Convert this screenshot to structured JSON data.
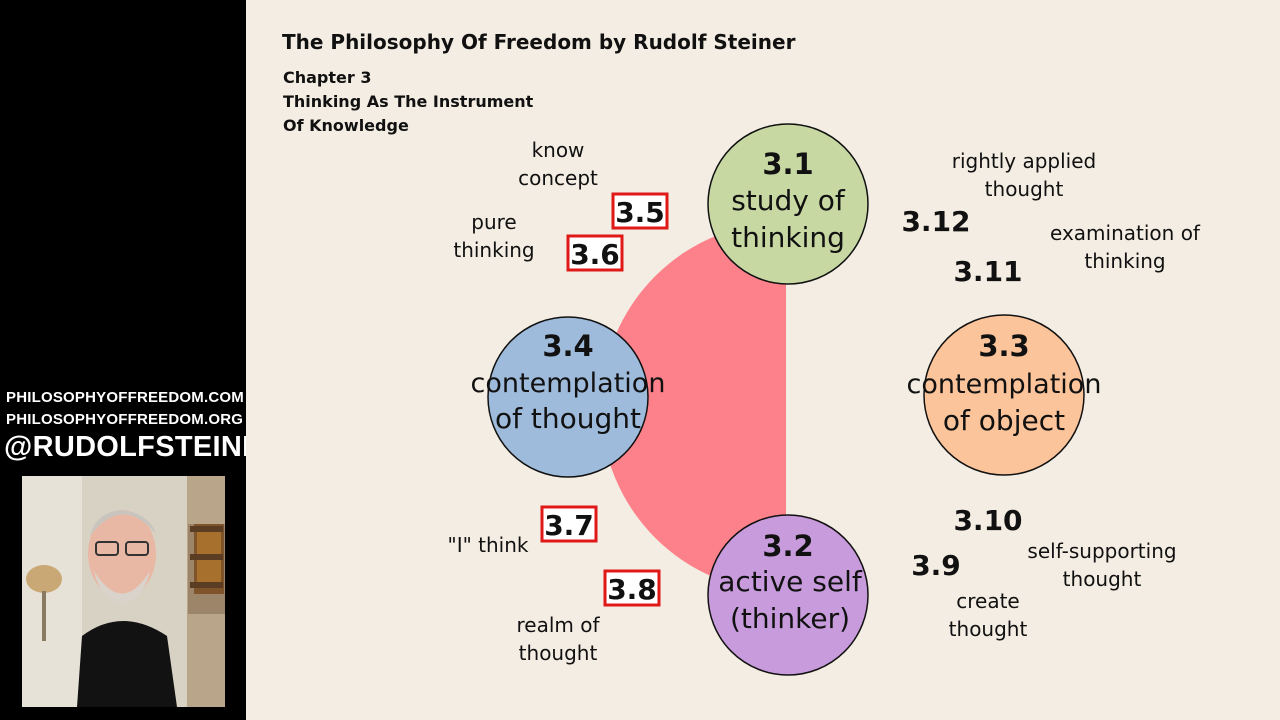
{
  "sidebar": {
    "site_com": "PHILOSOPHYOFFREEDOM.COM",
    "site_org": "PHILOSOPHYOFFREEDOM.ORG",
    "handle": "@RUDOLFSTEINER"
  },
  "slide": {
    "title": "The Philosophy Of Freedom by Rudolf Steiner",
    "chapter": "Chapter 3",
    "chapter_title_line1": "Thinking As The Instrument",
    "chapter_title_line2": "Of Knowledge"
  },
  "colors": {
    "background": "#f4ede3",
    "half_disc": "#fd818a",
    "circle_3_1": "#c7d8a3",
    "circle_3_2": "#c89cdc",
    "circle_3_3": "#fbc49a",
    "circle_3_4": "#9fbbdb",
    "box_border": "#e01818"
  },
  "circles": [
    {
      "num": "3.1",
      "line1": "study of",
      "line2": "thinking"
    },
    {
      "num": "3.2",
      "line1": "active self",
      "line2": "(thinker)"
    },
    {
      "num": "3.3",
      "line1": "contemplation",
      "line2": "of object"
    },
    {
      "num": "3.4",
      "line1": "contemplation",
      "line2": "of thought"
    }
  ],
  "boxed_numbers": [
    "3.5",
    "3.6",
    "3.7",
    "3.8"
  ],
  "plain_numbers": [
    "3.12",
    "3.11",
    "3.10",
    "3.9"
  ],
  "labels": {
    "know_concept_1": "know",
    "know_concept_2": "concept",
    "pure_thinking_1": "pure",
    "pure_thinking_2": "thinking",
    "rightly_1": "rightly applied",
    "rightly_2": "thought",
    "examination_1": "examination of",
    "examination_2": "thinking",
    "i_think": "\"I\" think",
    "realm_1": "realm of",
    "realm_2": "thought",
    "self_supporting_1": "self-supporting",
    "self_supporting_2": "thought",
    "create_1": "create",
    "create_2": "thought"
  }
}
